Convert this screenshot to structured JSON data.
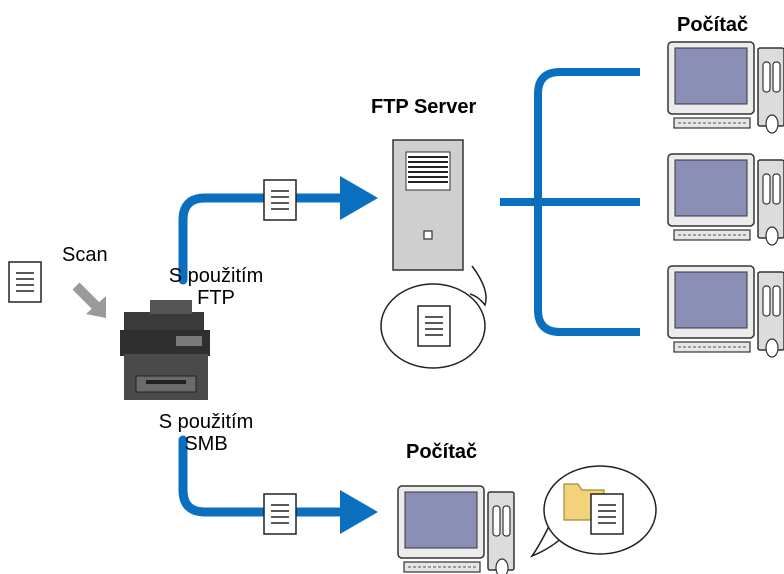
{
  "labels": {
    "scan": "Scan",
    "via_ftp": "S použitím\nFTP",
    "via_smb": "S použitím\nSMB",
    "ftp_server": "FTP Server",
    "computer_top": "Počítač",
    "computer_bottom": "Počítač"
  },
  "colors": {
    "line": "#0b6fbf",
    "screen": "#8c8fb5",
    "case": "#d9d9d9",
    "outline": "#333333"
  }
}
